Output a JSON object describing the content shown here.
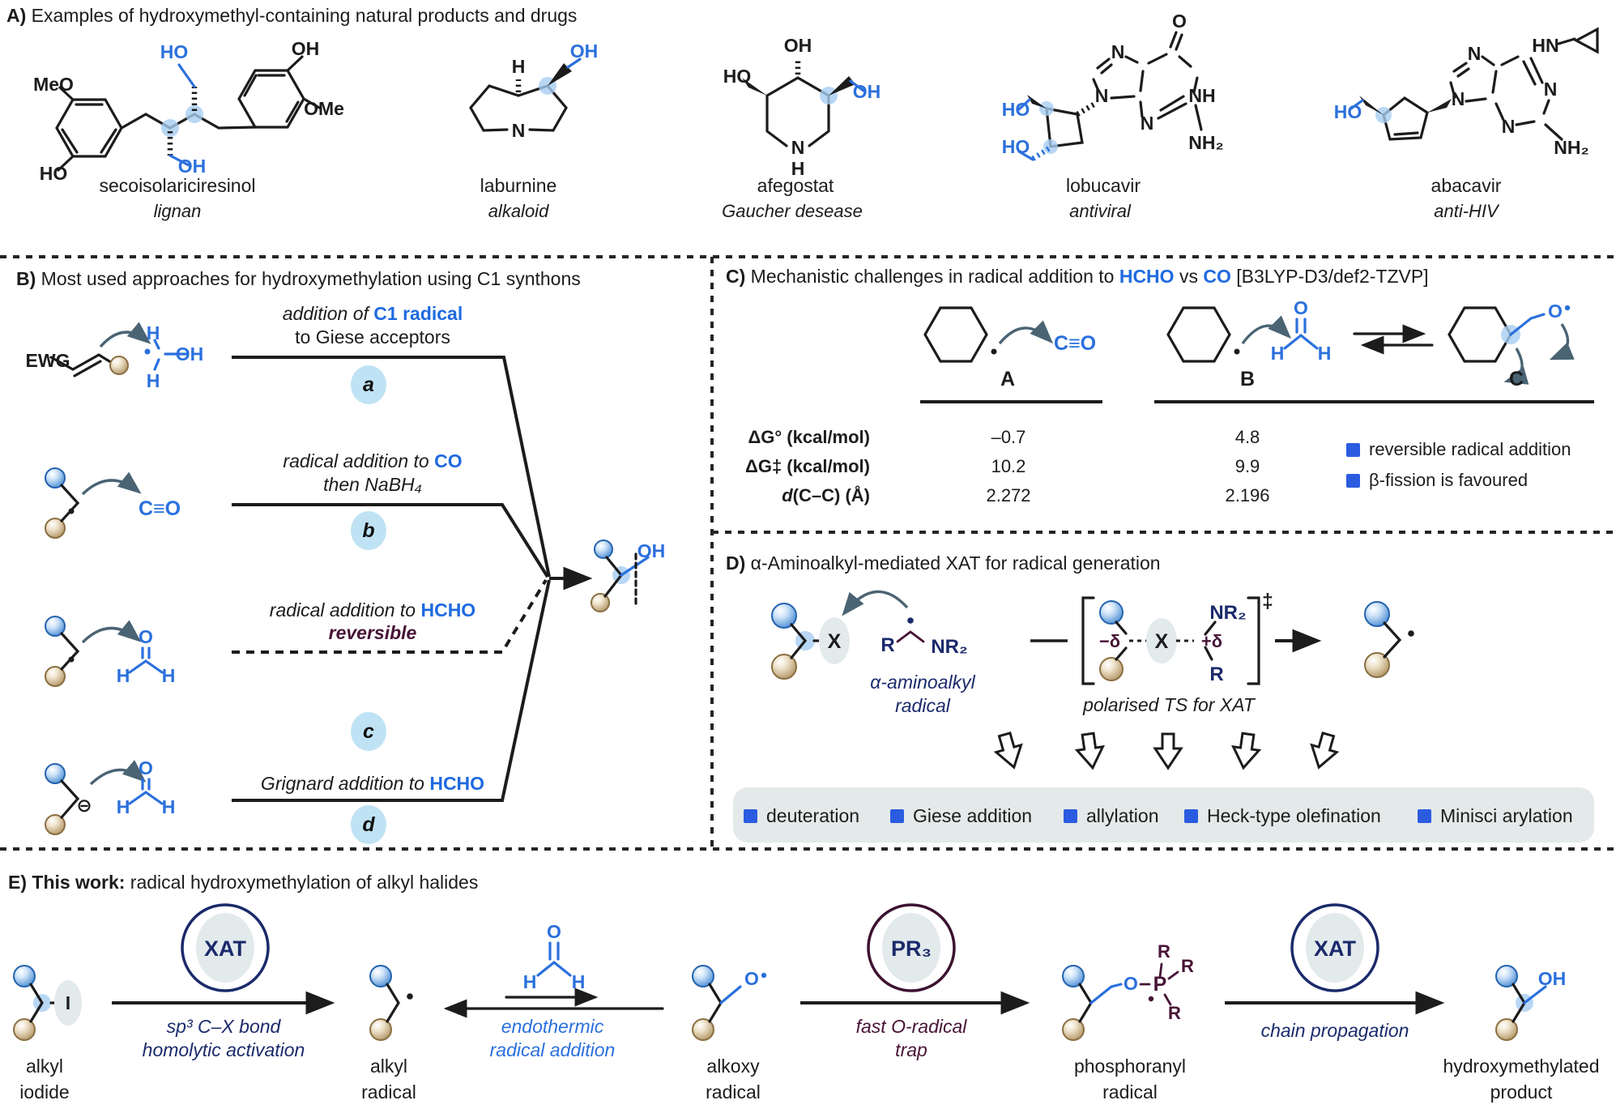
{
  "colors": {
    "chem_blue": "#2b70dd",
    "label_blue": "#1f6ae0",
    "navy": "#1b2a6b",
    "maroon": "#471336",
    "bullet_blue": "#2b5ce0",
    "bubble_fill": "#bfe3f4",
    "pill_gray": "#e4e9e9",
    "halo_blue": "#a6cdf1",
    "halo_gray": "#e3eaec",
    "arrow_gray": "#4a6473",
    "ink": "#1c1c1c"
  },
  "sym": {
    "OH": "OH",
    "HO": "HO",
    "MeO": "MeO",
    "OMe": "OMe",
    "H": "H",
    "N": "N",
    "NH": "NH",
    "NH2": "NH₂",
    "HN": "HN",
    "O": "O",
    "EWG": "EWG",
    "CO": "C≡O",
    "I": "I",
    "X": "X",
    "R": "R",
    "NR2": "NR₂",
    "P": "P",
    "carbanion": "⊖",
    "minus_delta": "−δ",
    "plus_delta": "+δ",
    "ddagger": "‡"
  },
  "panelA": {
    "prefix": "A)",
    "title": "Examples of hydroxymethyl-containing natural products and drugs",
    "compounds": [
      {
        "name": "secoisolariciresinol",
        "class": "lignan"
      },
      {
        "name": "laburnine",
        "class": "alkaloid"
      },
      {
        "name": "afegostat",
        "class": "Gaucher desease"
      },
      {
        "name": "lobucavir",
        "class": "antiviral"
      },
      {
        "name": "abacavir",
        "class": "anti-HIV"
      }
    ]
  },
  "panelB": {
    "prefix": "B)",
    "title": "Most used approaches for hydroxymethylation using C1 synthons",
    "routes": [
      {
        "tag": "a",
        "pre": "addition of ",
        "blue": "C1 radical",
        "line2": "to Giese acceptors"
      },
      {
        "tag": "b",
        "pre": "radical addition to ",
        "blue": "CO",
        "line2": "then NaBH₄"
      },
      {
        "tag": "c",
        "pre": "radical addition to ",
        "blue": "HCHO",
        "line2": "reversible"
      },
      {
        "tag": "d",
        "pre": "Grignard addition to ",
        "blue": "HCHO",
        "line2": ""
      }
    ]
  },
  "panelC": {
    "prefix": "C)",
    "t1": "Mechanistic challenges in radical addition to ",
    "hcho": "HCHO",
    "vs": " vs ",
    "co": "CO",
    "method": " [B3LYP-D3/def2-TZVP]",
    "species": [
      "A",
      "B",
      "C"
    ],
    "table": {
      "rows": [
        {
          "label_it": "",
          "label": "ΔG° (kcal/mol)",
          "a": "–0.7",
          "b": "4.8"
        },
        {
          "label_it": "",
          "label": "ΔG‡ (kcal/mol)",
          "a": "10.2",
          "b": "9.9"
        },
        {
          "label_it": "d",
          "label": "(C–C) (Å)",
          "a": "2.272",
          "b": "2.196"
        }
      ]
    },
    "bullets": [
      "reversible radical addition",
      "β-fission is favoured"
    ]
  },
  "panelD": {
    "prefix": "D)",
    "title": " α-Aminoalkyl-mediated XAT for radical generation",
    "caption_radical": "α-aminoalkyl\nradical",
    "caption_ts": "polarised TS for XAT",
    "bullets": [
      "deuteration",
      "Giese addition",
      "allylation",
      "Heck-type olefination",
      "Minisci arylation"
    ]
  },
  "panelE": {
    "prefix": "E) ",
    "bold": "This work:",
    "rest": " radical hydroxymethylation of alkyl halides",
    "xat": "XAT",
    "pr3": "PR₃",
    "captions": [
      "sp³ C–X bond\nhomolytic activation",
      "endothermic\nradical addition",
      "fast O-radical\ntrap",
      "chain propagation"
    ],
    "labels": [
      "alkyl\niodide",
      "alkyl\nradical",
      "alkoxy\nradical",
      "phosphoranyl\nradical",
      "hydroxymethylated\nproduct"
    ]
  }
}
